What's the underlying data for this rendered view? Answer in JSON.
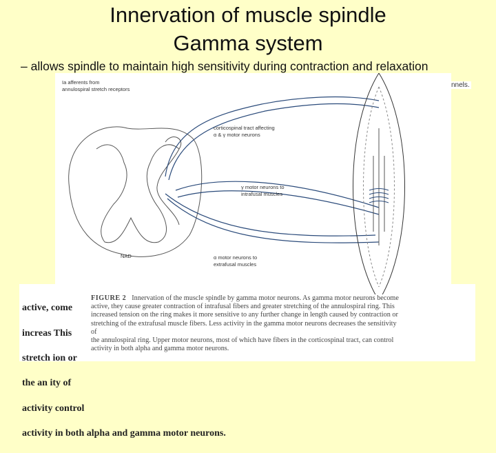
{
  "slide": {
    "title_line1": "Innervation of muscle spindle",
    "title_line2": "Gamma system",
    "bullet": "– allows spindle to maintain high sensitivity during contraction and relaxation"
  },
  "figure": {
    "labels": {
      "ia_afferents": "Ia afferents from",
      "ia_afferents2": "annulospiral stretch receptors",
      "corticospinal": "corticospinal tract affecting",
      "corticospinal2": "α & γ motor neurons",
      "gamma": "γ motor neurons to",
      "gamma2": "intrafusal muscles",
      "alpha": "α motor neurons to",
      "alpha2": "extrafusal muscles",
      "credit": "NAD",
      "clipped_right": "nnels."
    },
    "caption_label": "FIGURE 2",
    "caption": "Innervation of the muscle spindle by gamma motor neurons. As gamma motor neurons become\nactive, they cause greater contraction of intrafusal fibers and greater stretching of the annulospiral ring. This\nincreased tension on the ring makes it more sensitive to any further change in length caused by contraction or\nstretching of the extrafusal muscle fibers. Less activity in the gamma motor neurons decreases the sensitivity of\nthe annulospiral ring. Upper motor neurons, most of which have fibers in the corticospinal tract, can control\nactivity in both alpha and gamma motor neurons."
  },
  "background_text": {
    "lines": [
      "active,                                                                                                            come",
      "increas                                                                                                              This",
      "stretch                                                                                                        ion or",
      "the an                                                                                                         ity of",
      "activity                                                                                                    control",
      "activity in both alpha and gamma motor neurons."
    ]
  }
}
